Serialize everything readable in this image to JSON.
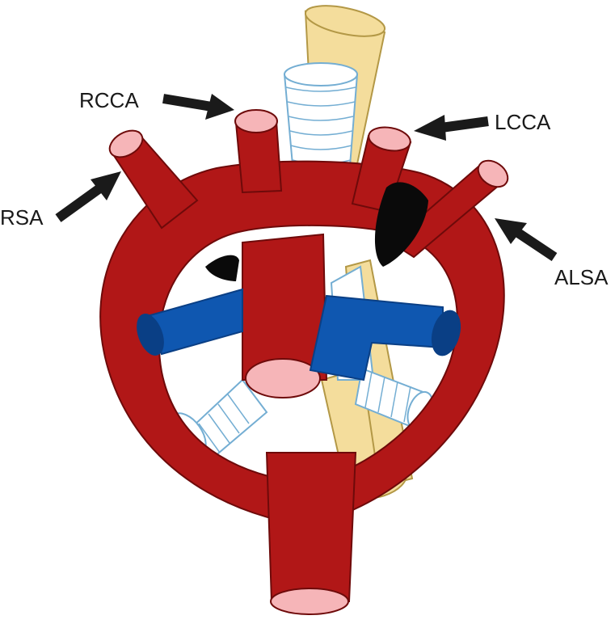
{
  "labels": {
    "rcca": "RCCA",
    "lcca": "LCCA",
    "rsa": "RSA",
    "alsa": "ALSA"
  },
  "colors": {
    "artery": "#b11717",
    "artery_outline": "#6e0a0a",
    "vessel_opening": "#f6b5b8",
    "vein": "#0f57b0",
    "vein_dark": "#0a3f85",
    "esophagus": "#f4dd9c",
    "esophagus_outline": "#b39846",
    "trachea": "#ffffff",
    "trachea_outline": "#74aed3",
    "diverticulum": "#0a0a0a",
    "arrow": "#1a1a1a"
  }
}
